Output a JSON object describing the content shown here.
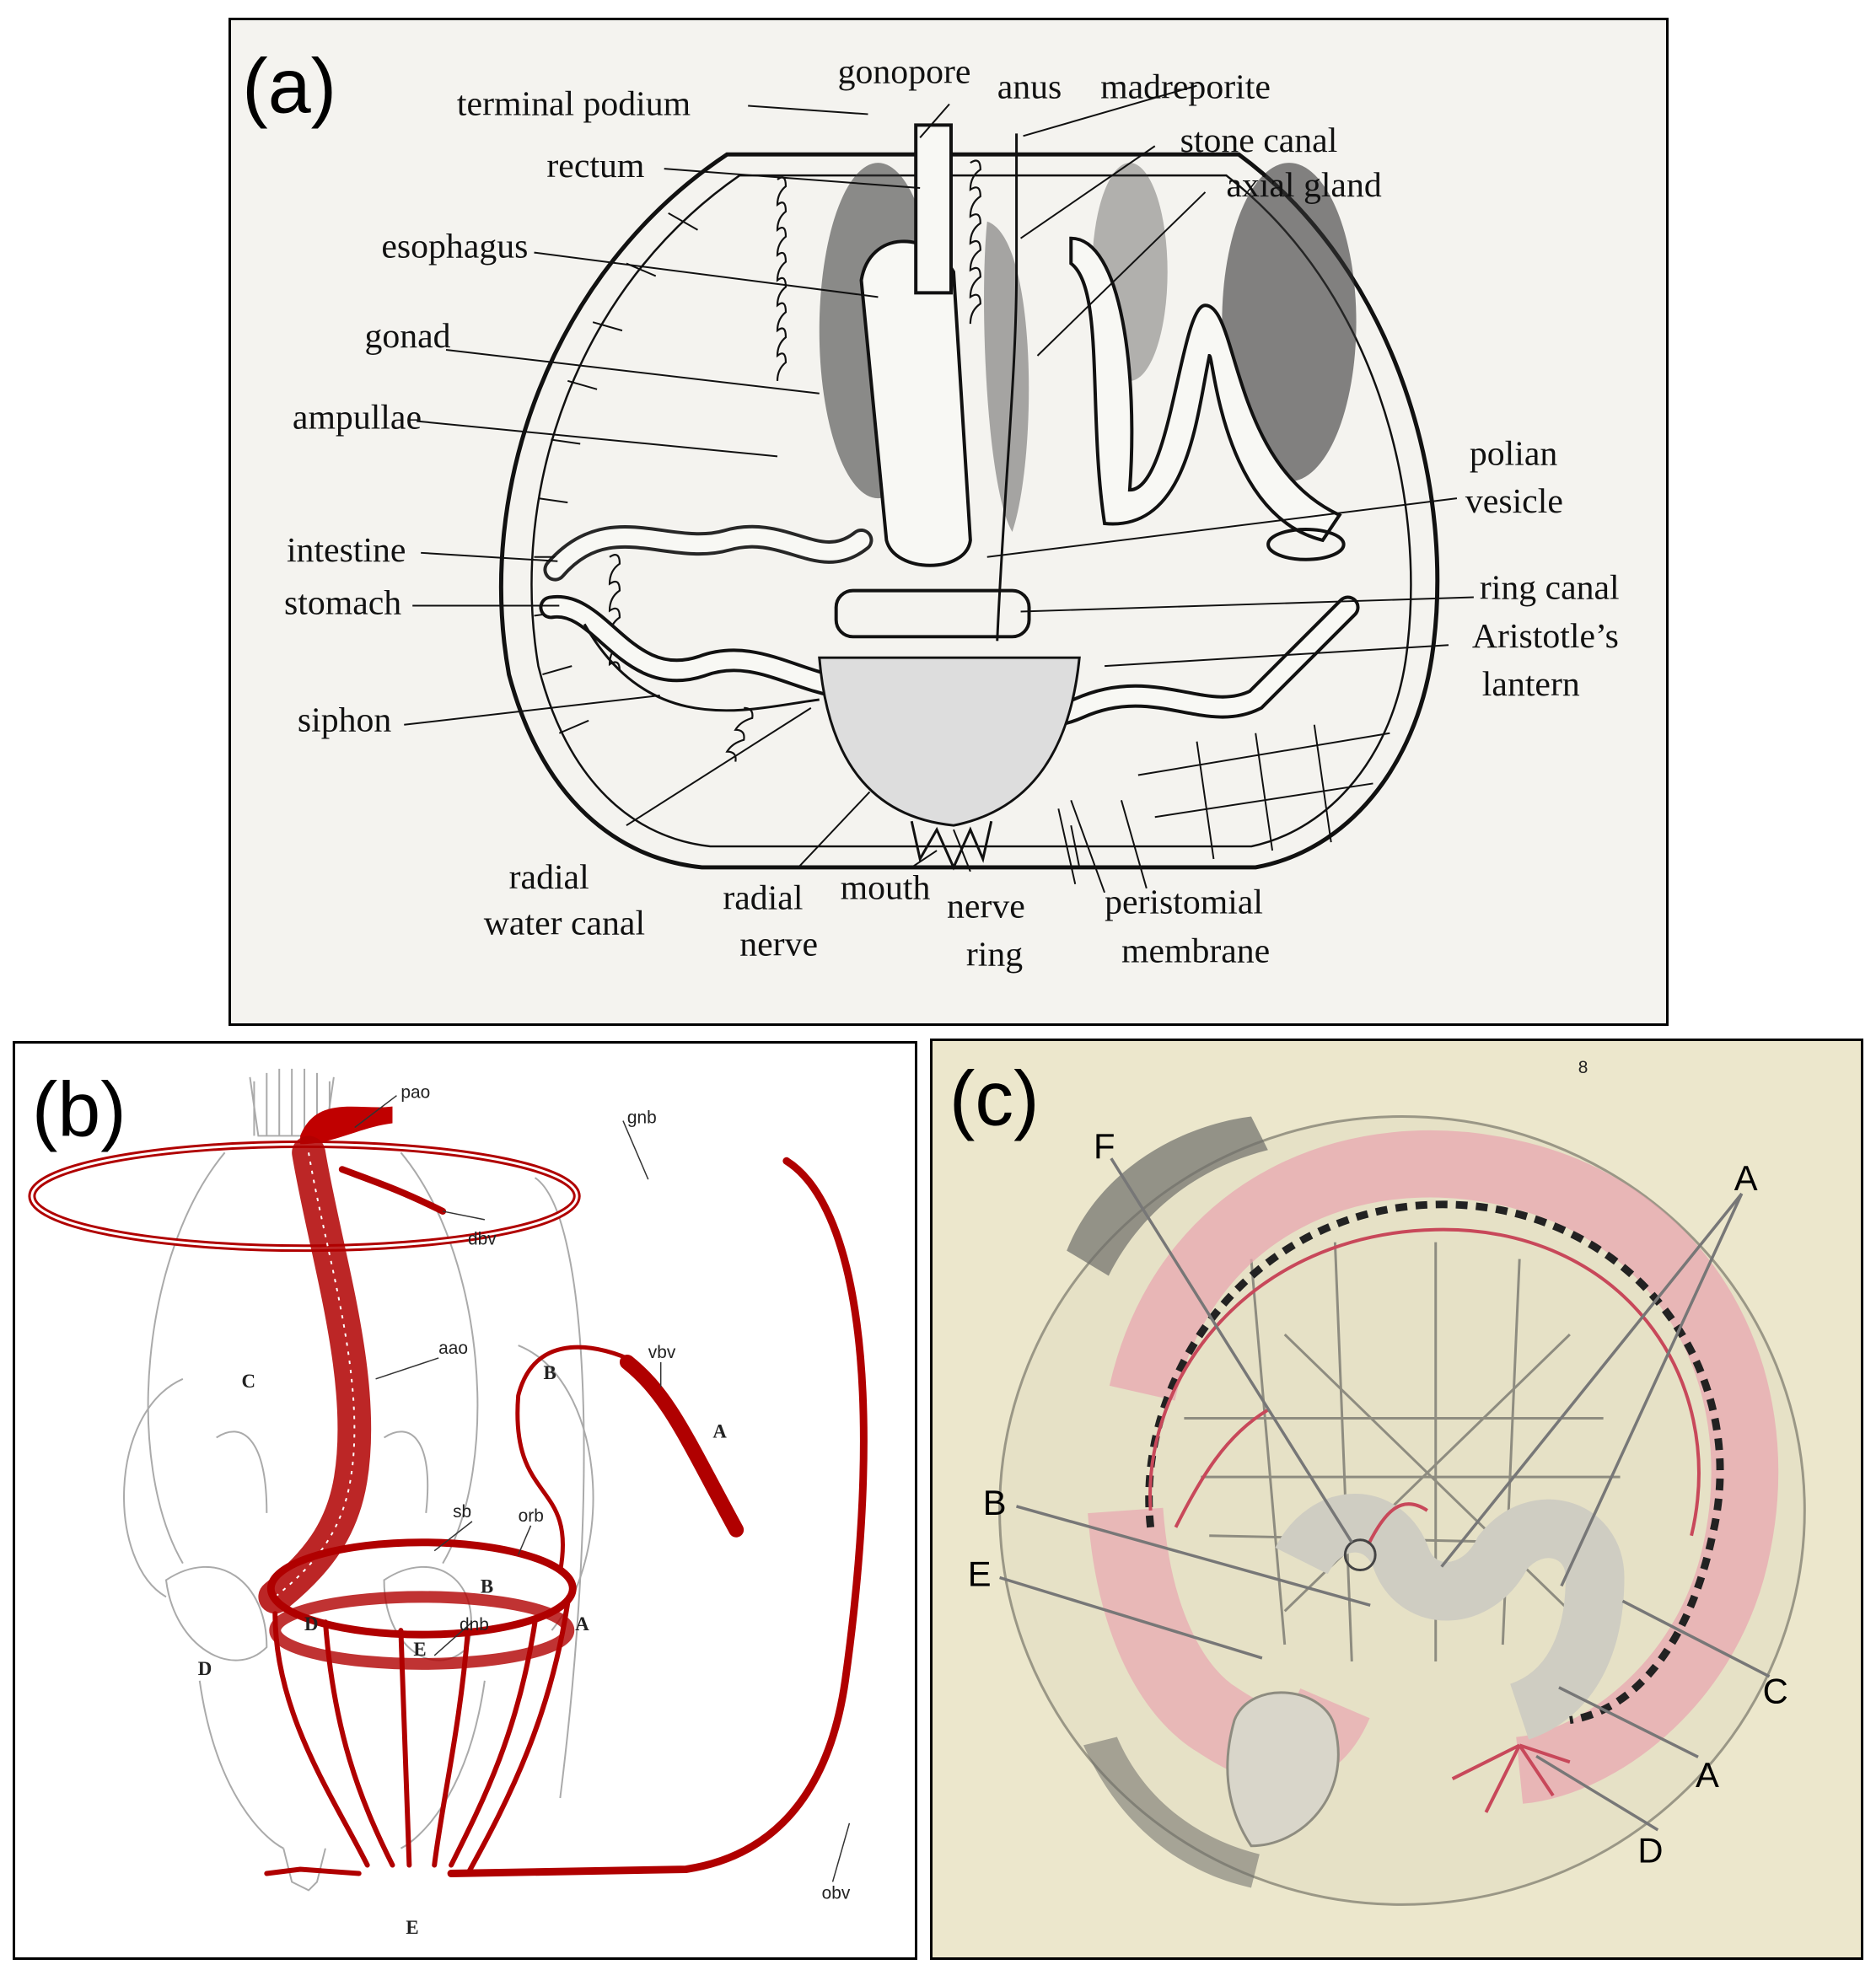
{
  "panel_a": {
    "label": "(a)",
    "labels": {
      "terminal_podium": "terminal podium",
      "gonopore": "gonopore",
      "anus": "anus",
      "madreporite": "madreporite",
      "rectum": "rectum",
      "stone_canal": "stone canal",
      "axial_gland": "axial gland",
      "esophagus": "esophagus",
      "gonad": "gonad",
      "ampullae": "ampullae",
      "polian_1": "polian",
      "polian_2": "vesicle",
      "intestine": "intestine",
      "stomach": "stomach",
      "ring_canal": "ring canal",
      "aristotle_1": "Aristotle’s",
      "aristotle_2": "lantern",
      "siphon": "siphon",
      "radial_water_1": "radial",
      "radial_water_2": "water canal",
      "radial_nerve_1": "radial",
      "radial_nerve_2": "nerve",
      "mouth": "mouth",
      "nerve_ring_1": "nerve",
      "nerve_ring_2": "ring",
      "peristomial_1": "peristomial",
      "peristomial_2": "membrane"
    }
  },
  "panel_b": {
    "label": "(b)",
    "labels": {
      "pao": "pao",
      "gnb": "gnb",
      "dbv": "dbv",
      "aao": "aao",
      "vbv": "vbv",
      "C": "C",
      "B_upper": "B",
      "A_upper": "A",
      "sb": "sb",
      "orb": "orb",
      "B_lower": "B",
      "dnb": "dnb",
      "D_inner": "D",
      "E_inner": "E",
      "A_lower": "A",
      "D_outer": "D",
      "obv": "obv",
      "E_bottom": "E"
    }
  },
  "panel_c": {
    "label": "(c)",
    "labels": {
      "F": "F",
      "A_top": "A",
      "B": "B",
      "E": "E",
      "C": "C",
      "A_bottom": "A",
      "D": "D",
      "plate_number": "8"
    }
  },
  "colors": {
    "vessel_red": "#b00000",
    "plate_background": "#ece7cc",
    "plate_vessels": "#c8485a"
  }
}
